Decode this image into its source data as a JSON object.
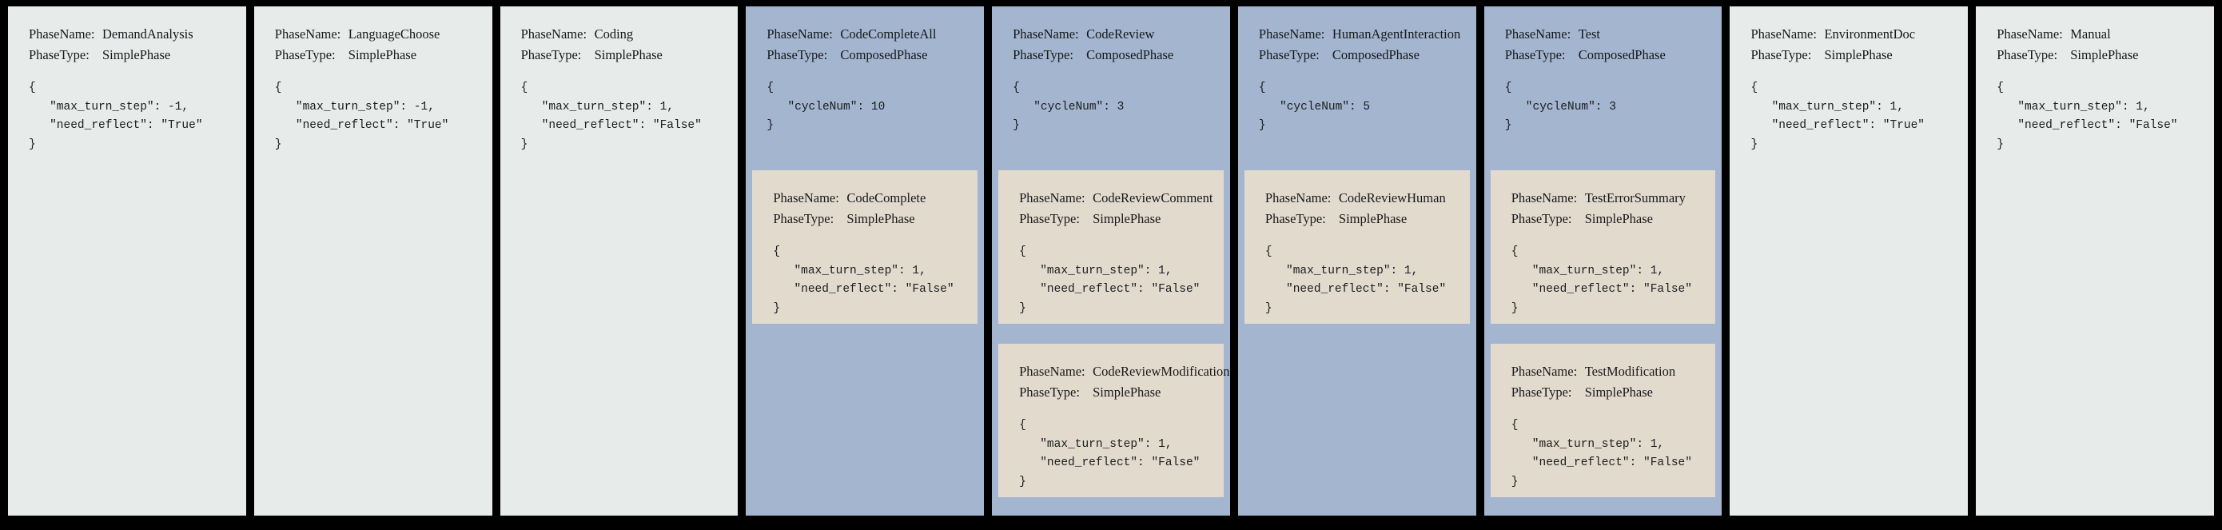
{
  "figure": {
    "background_color": "#000000",
    "simple_panel_color": "#e7ebe9",
    "composed_panel_color": "#a3b5cf",
    "child_panel_color": "#e3dace",
    "label_phase_name": "PhaseName:",
    "label_phase_type": "PhaseType:",
    "type_simple": "SimplePhase",
    "type_composed": "ComposedPhase"
  },
  "columns": [
    {
      "kind": "simple",
      "head": {
        "name_label": "PhaseName:",
        "name": "DemandAnalysis",
        "type_label": "PhaseType:",
        "type": "SimplePhase",
        "json": "{\n   \"max_turn_step\": -1,\n   \"need_reflect\": \"True\"\n}"
      },
      "children": []
    },
    {
      "kind": "simple",
      "head": {
        "name_label": "PhaseName:",
        "name": "LanguageChoose",
        "type_label": "PhaseType:",
        "type": "SimplePhase",
        "json": "{\n   \"max_turn_step\": -1,\n   \"need_reflect\": \"True\"\n}"
      },
      "children": []
    },
    {
      "kind": "simple",
      "head": {
        "name_label": "PhaseName:",
        "name": "Coding",
        "type_label": "PhaseType:",
        "type": "SimplePhase",
        "json": "{\n   \"max_turn_step\": 1,\n   \"need_reflect\": \"False\"\n}"
      },
      "children": []
    },
    {
      "kind": "composed",
      "head": {
        "name_label": "PhaseName:",
        "name": "CodeCompleteAll",
        "type_label": "PhaseType:",
        "type": "ComposedPhase",
        "json": "{\n   \"cycleNum\": 10\n}"
      },
      "children": [
        {
          "name_label": "PhaseName:",
          "name": "CodeComplete",
          "type_label": "PhaseType:",
          "type": "SimplePhase",
          "json": "{\n   \"max_turn_step\": 1,\n   \"need_reflect\": \"False\"\n}"
        }
      ]
    },
    {
      "kind": "composed",
      "head": {
        "name_label": "PhaseName:",
        "name": "CodeReview",
        "type_label": "PhaseType:",
        "type": "ComposedPhase",
        "json": "{\n   \"cycleNum\": 3\n}"
      },
      "children": [
        {
          "name_label": "PhaseName:",
          "name": "CodeReviewComment",
          "type_label": "PhaseType:",
          "type": "SimplePhase",
          "json": "{\n   \"max_turn_step\": 1,\n   \"need_reflect\": \"False\"\n}"
        },
        {
          "name_label": "PhaseName:",
          "name": "CodeReviewModification",
          "type_label": "PhaseType:",
          "type": "SimplePhase",
          "json": "{\n   \"max_turn_step\": 1,\n   \"need_reflect\": \"False\"\n}"
        }
      ]
    },
    {
      "kind": "composed",
      "head": {
        "name_label": "PhaseName:",
        "name": "HumanAgentInteraction",
        "type_label": "PhaseType:",
        "type": "ComposedPhase",
        "json": "{\n   \"cycleNum\": 5\n}"
      },
      "children": [
        {
          "name_label": "PhaseName:",
          "name": "CodeReviewHuman",
          "type_label": "PhaseType:",
          "type": "SimplePhase",
          "json": "{\n   \"max_turn_step\": 1,\n   \"need_reflect\": \"False\"\n}"
        }
      ]
    },
    {
      "kind": "composed",
      "head": {
        "name_label": "PhaseName:",
        "name": "Test",
        "type_label": "PhaseType:",
        "type": "ComposedPhase",
        "json": "{\n   \"cycleNum\": 3\n}"
      },
      "children": [
        {
          "name_label": "PhaseName:",
          "name": "TestErrorSummary",
          "type_label": "PhaseType:",
          "type": "SimplePhase",
          "json": "{\n   \"max_turn_step\": 1,\n   \"need_reflect\": \"False\"\n}"
        },
        {
          "name_label": "PhaseName:",
          "name": "TestModification",
          "type_label": "PhaseType:",
          "type": "SimplePhase",
          "json": "{\n   \"max_turn_step\": 1,\n   \"need_reflect\": \"False\"\n}"
        }
      ]
    },
    {
      "kind": "simple",
      "head": {
        "name_label": "PhaseName:",
        "name": "EnvironmentDoc",
        "type_label": "PhaseType:",
        "type": "SimplePhase",
        "json": "{\n   \"max_turn_step\": 1,\n   \"need_reflect\": \"True\"\n}"
      },
      "children": []
    },
    {
      "kind": "simple",
      "head": {
        "name_label": "PhaseName:",
        "name": "Manual",
        "type_label": "PhaseType:",
        "type": "SimplePhase",
        "json": "{\n   \"max_turn_step\": 1,\n   \"need_reflect\": \"False\"\n}"
      },
      "children": []
    }
  ]
}
